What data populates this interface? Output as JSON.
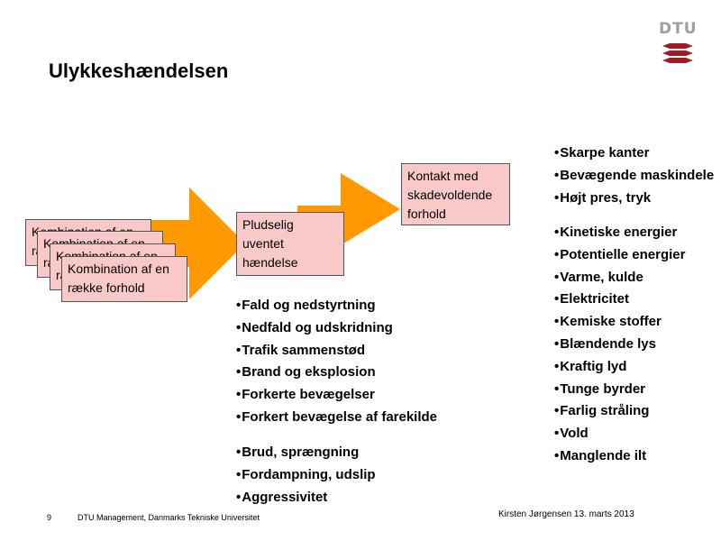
{
  "logo": {
    "text": "DTU"
  },
  "slide": {
    "title": "Ulykkeshændelsen",
    "stack_box_text": "Kombination af en række forhold",
    "box_event": "Pludselig uventet hændelse",
    "box_contact": "Kontakt med skadevoldende forhold"
  },
  "middle_list": {
    "group1": [
      "Fald og nedstyrtning",
      "Nedfald og udskridning",
      "Trafik sammenstød",
      "Brand og eksplosion",
      "Forkerte bevægelser",
      "Forkert bevægelse af farekilde"
    ],
    "group2": [
      "Brud, sprængning",
      "Fordampning, udslip",
      "Aggressivitet"
    ]
  },
  "right_list": {
    "group1": [
      "Skarpe kanter",
      "Bevægende maskindele",
      "Højt pres, tryk"
    ],
    "group2": [
      "Kinetiske energier",
      "Potentielle energier",
      "Varme, kulde",
      "Elektricitet",
      "Kemiske stoffer",
      "Blændende lys",
      "Kraftig lyd",
      "Tunge byrder",
      "Farlig stråling",
      "Vold",
      "Manglende ilt"
    ]
  },
  "footer": {
    "page_number": "9",
    "organization": "DTU Management, Danmarks Tekniske Universitet",
    "author_date": "Kirsten Jørgensen 13. marts 2013"
  },
  "colors": {
    "box_fill": "#f9c8c8",
    "arrow_fill": "#ff9900",
    "logo_red": "#9c1d25",
    "logo_gray": "#a0a0a0"
  }
}
